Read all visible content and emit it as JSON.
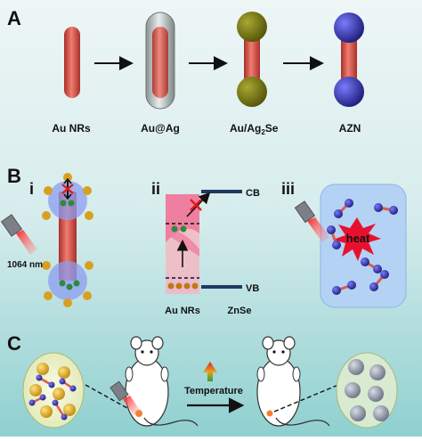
{
  "panels": {
    "a": {
      "letter": "A",
      "labels": [
        "Au NRs",
        "Au@Ag",
        "Au/Ag",
        "AZN"
      ],
      "sub": "2",
      "se": "Se"
    },
    "b": {
      "letter": "B",
      "roman": [
        "i",
        "ii",
        "iii"
      ],
      "wavelength": "1064 nm",
      "cb": "CB",
      "vb": "VB",
      "au_label": "Au NRs",
      "znse_label": "ZnSe",
      "heat": "heat"
    },
    "c": {
      "letter": "C",
      "temperature": "Temperature"
    }
  },
  "colors": {
    "rod_red": "#d9534a",
    "sphere_olive": "#6b6b10",
    "sphere_blue": "#3a3ab8",
    "heat_red": "#e8112d",
    "band_navy": "#1f3a5f"
  }
}
